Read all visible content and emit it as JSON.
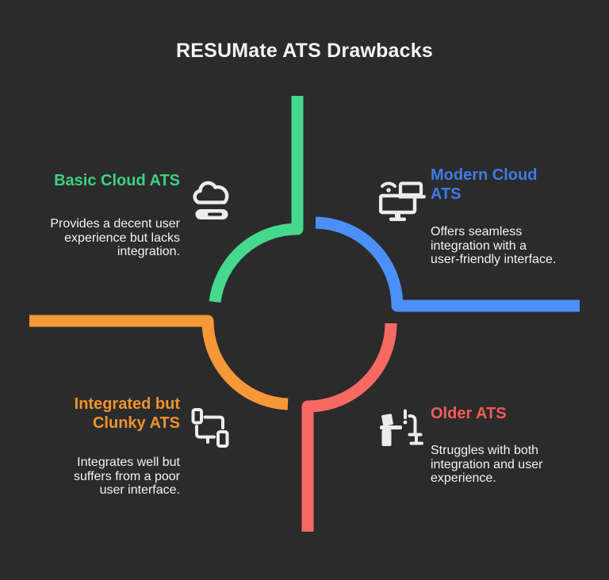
{
  "title": "RESUMate ATS Drawbacks",
  "colors": {
    "bg": "#2b2b2b",
    "text": "#f3f3f3",
    "icon": "#ececec",
    "green": "#44d98c",
    "green-heading": "#3dd181",
    "blue": "#4b90f8",
    "blue-heading": "#3c7ce8",
    "orange": "#f69738",
    "orange-heading": "#f0922f",
    "red": "#f96963",
    "red-heading": "#f55b5a"
  },
  "quadrants": {
    "basic": {
      "heading": "Basic Cloud ATS",
      "body": "Provides a decent user\nexperience but lacks\nintegration.",
      "icon": "cloud-storage-icon",
      "accent": "green"
    },
    "modern": {
      "heading": "Modern Cloud\nATS",
      "body": "Offers seamless\nintegration with a\nuser-friendly interface.",
      "icon": "connected-devices-icon",
      "accent": "blue"
    },
    "integrated": {
      "heading": "Integrated but\nClunky ATS",
      "body": "Integrates well but\nsuffers from a poor\nuser interface.",
      "icon": "linked-screens-icon",
      "accent": "orange"
    },
    "older": {
      "heading": "Older ATS",
      "body": "Struggles with both\nintegration and user\nexperience.",
      "icon": "office-desk-icon",
      "accent": "red"
    }
  }
}
